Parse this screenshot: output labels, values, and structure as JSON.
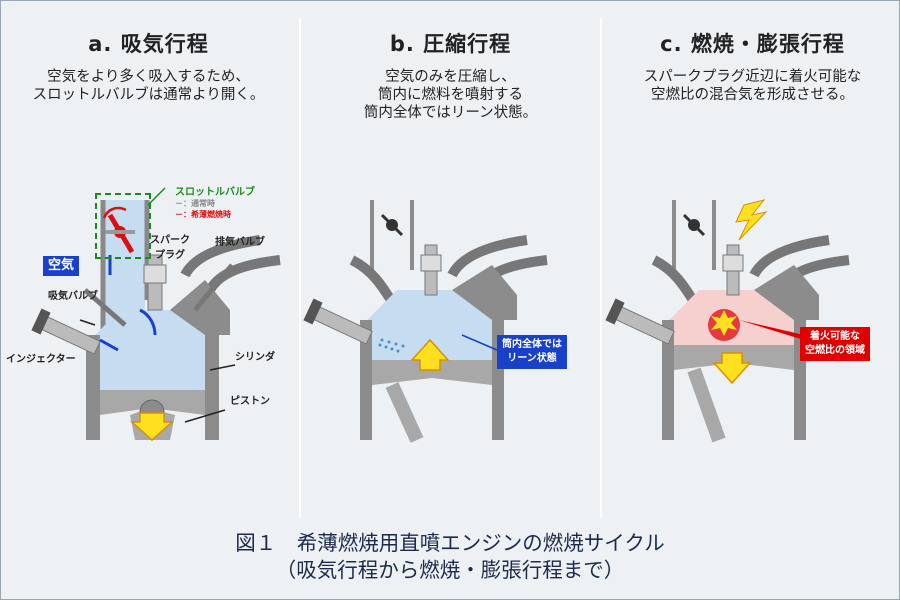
{
  "panels": [
    {
      "title": "a. 吸気行程",
      "description": [
        "空気をより多く吸入するため、",
        "スロットルバルブは通常より開く。"
      ],
      "labels": {
        "throttle_valve": "スロットルバルブ",
        "legend_normal": "－：通常時",
        "legend_lean": "－：希薄燃焼時",
        "air": "空気",
        "spark_plug": "スパーク\nプラグ",
        "exhaust_valve": "排気バルブ",
        "intake_valve": "吸気バルブ",
        "injector": "インジェクター",
        "cylinder": "シリンダ",
        "piston": "ピストン"
      }
    },
    {
      "title": "b. 圧縮行程",
      "description": [
        "空気のみを圧縮し、",
        "筒内に燃料を噴射する",
        "筒内全体ではリーン状態。"
      ],
      "callout": "筒内全体では\nリーン状態"
    },
    {
      "title": "c. 燃焼・膨張行程",
      "description": [
        "スパークプラグ近辺に着火可能な",
        "空燃比の混合気を形成させる。"
      ],
      "callout": "着火可能な\n空燃比の領域"
    }
  ],
  "caption": {
    "line1": "図１　希薄燃焼用直噴エンジンの燃焼サイクル",
    "line2": "（吸気行程から燃焼・膨張行程まで）"
  },
  "colors": {
    "air_blue": "#c6dcf0",
    "arrow_blue": "#1840c8",
    "throttle_green": "#1a8a1a",
    "lean_red": "#d81010",
    "callout_red": "#e00000",
    "engine_gray": "#8c8c8c",
    "yellow": "#ffe020"
  }
}
